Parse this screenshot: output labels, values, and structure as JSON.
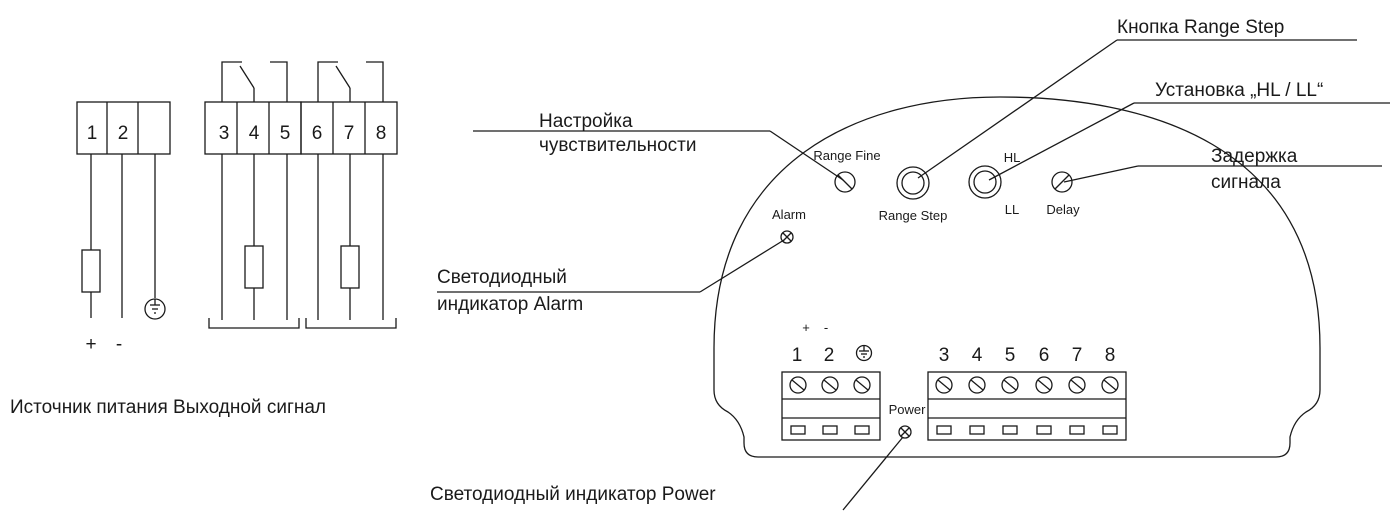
{
  "left_diagram": {
    "terminals_power": [
      "1",
      "2"
    ],
    "terminals_relay_a": [
      "3",
      "4",
      "5"
    ],
    "terminals_relay_b": [
      "6",
      "7",
      "8"
    ],
    "polarity_plus": "+",
    "polarity_minus": "-",
    "caption": "Источник питания Выходной сигнал"
  },
  "callouts": {
    "range_step_button": "Кнопка Range Step",
    "sensitivity_line1": "Настройка",
    "sensitivity_line2": "чувствительности",
    "hl_ll_setting": "Установка „HL / LL“",
    "delay_line1": "Задержка",
    "delay_line2": "сигнала",
    "alarm_led_line1": "Светодиодный",
    "alarm_led_line2": "индикатор Alarm",
    "power_led": "Светодиодный индикатор Power"
  },
  "device_panel": {
    "range_fine": "Range Fine",
    "range_step": "Range Step",
    "hl": "HL",
    "ll": "LL",
    "delay": "Delay",
    "alarm": "Alarm",
    "power": "Power",
    "plus": "+",
    "minus": "-",
    "terminals_left": [
      "1",
      "2"
    ],
    "terminals_right": [
      "3",
      "4",
      "5",
      "6",
      "7",
      "8"
    ]
  }
}
